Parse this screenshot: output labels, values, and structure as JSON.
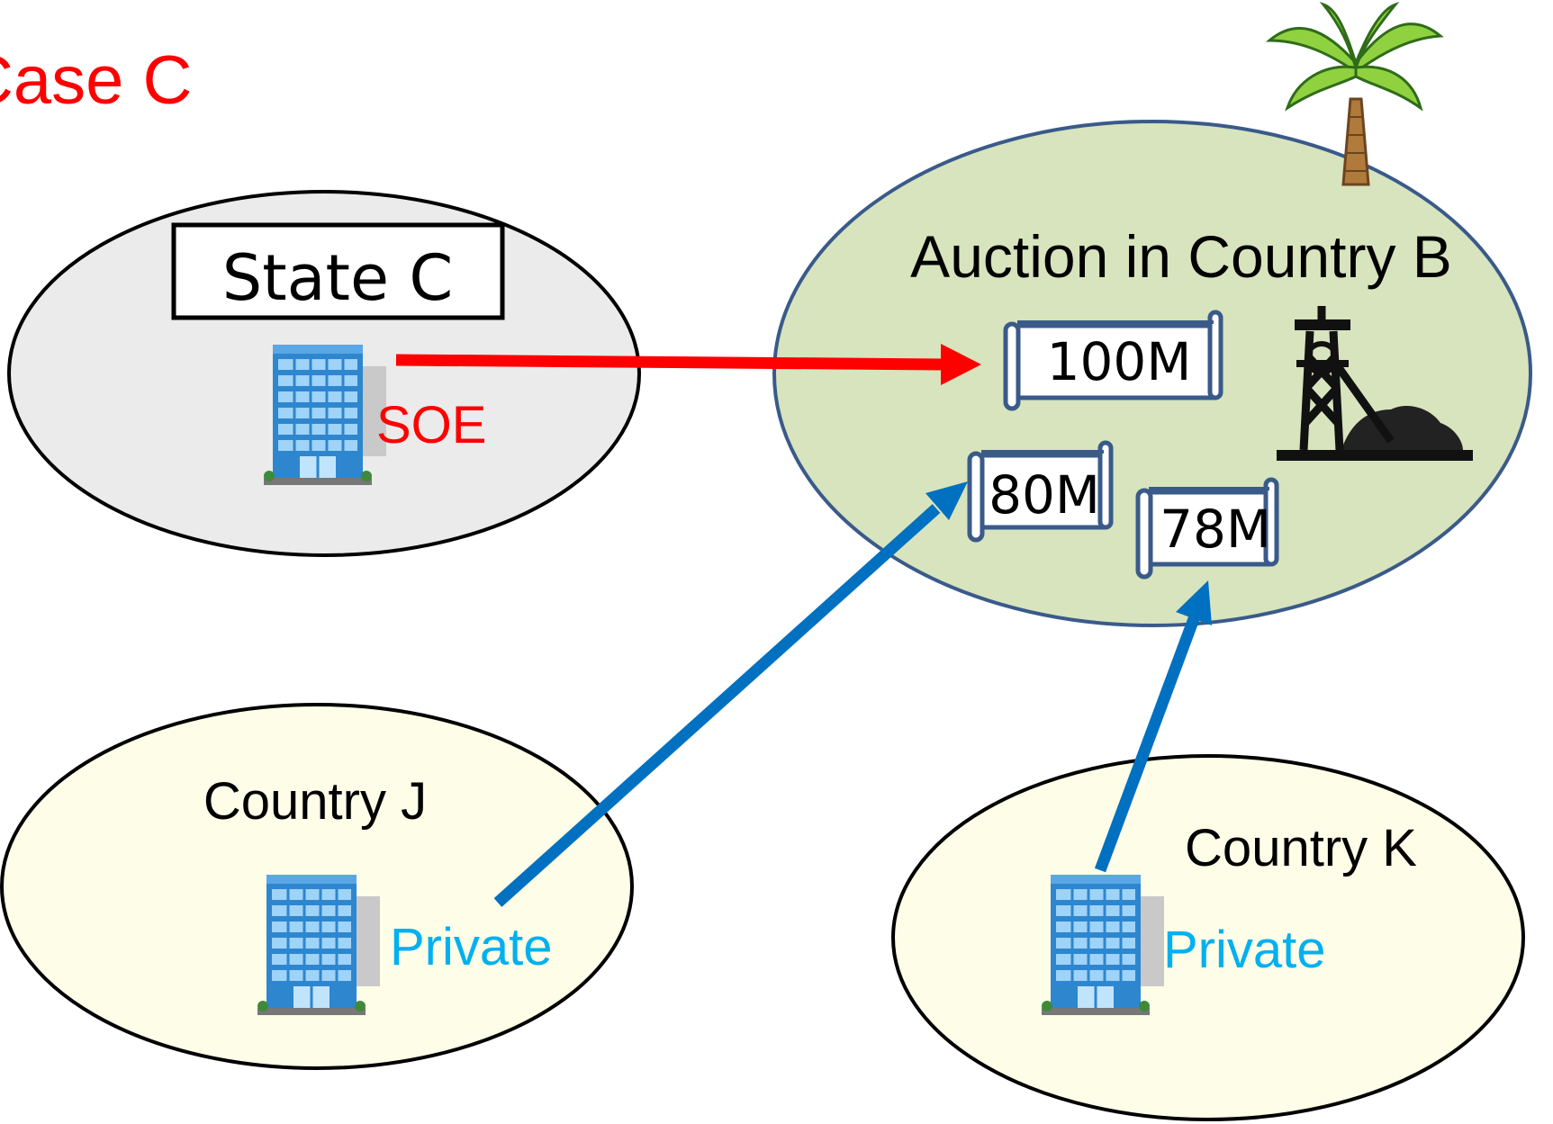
{
  "title": "Case C",
  "state_c": {
    "label": "State C",
    "company_label": "SOE"
  },
  "auction": {
    "label": "Auction in Country B",
    "bids": {
      "soe": "100M",
      "country_j": "80M",
      "country_k": "78M"
    }
  },
  "country_j": {
    "label": "Country J",
    "company_label": "Private"
  },
  "country_k": {
    "label": "Country  K",
    "company_label": "Private"
  },
  "colors": {
    "title": "#ff0000",
    "soe_arrow": "#ff0000",
    "private_arrow": "#0070c0",
    "private_text": "#00b0f0",
    "auction_fill": "#d7e4bd",
    "auction_stroke": "#3a5a8a",
    "state_fill": "#ebebeb",
    "country_fill": "#fefde8"
  }
}
